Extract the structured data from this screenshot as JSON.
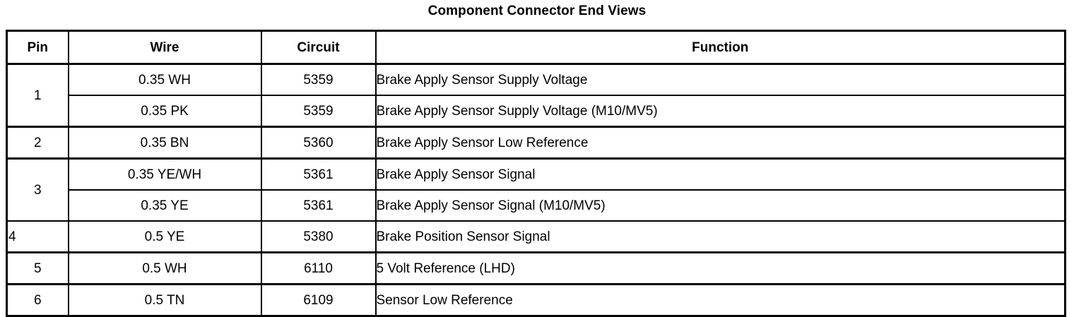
{
  "document": {
    "title": "Component Connector End Views"
  },
  "table": {
    "name": "component-connector-pinout",
    "columns": [
      {
        "key": "pin",
        "label": "Pin"
      },
      {
        "key": "wire",
        "label": "Wire"
      },
      {
        "key": "circuit",
        "label": "Circuit"
      },
      {
        "key": "function",
        "label": "Function"
      }
    ],
    "rows": [
      {
        "pin": "1",
        "pin_rowspan": 2,
        "wire": "0.35 WH",
        "circuit": "5359",
        "function": "Brake Apply Sensor Supply Voltage"
      },
      {
        "pin": "",
        "pin_rowspan": 0,
        "wire": "0.35 PK",
        "circuit": "5359",
        "function": "Brake Apply Sensor Supply Voltage (M10/MV5)"
      },
      {
        "pin": "2",
        "pin_rowspan": 1,
        "wire": "0.35 BN",
        "circuit": "5360",
        "function": "Brake Apply Sensor Low Reference"
      },
      {
        "pin": "3",
        "pin_rowspan": 2,
        "wire": "0.35 YE/WH",
        "circuit": "5361",
        "function": "Brake Apply Sensor Signal"
      },
      {
        "pin": "",
        "pin_rowspan": 0,
        "wire": "0.35 YE",
        "circuit": "5361",
        "function": "Brake Apply Sensor Signal (M10/MV5)"
      },
      {
        "pin": "4",
        "pin_rowspan": 1,
        "wire": "0.5 YE",
        "circuit": "5380",
        "function": "Brake Position Sensor Signal"
      },
      {
        "pin": "5",
        "pin_rowspan": 1,
        "wire": "0.5 WH",
        "circuit": "6110",
        "function": "5 Volt Reference (LHD)"
      },
      {
        "pin": "6",
        "pin_rowspan": 1,
        "wire": "0.5 TN",
        "circuit": "6109",
        "function": "Sensor Low Reference"
      }
    ]
  },
  "style": {
    "text_color": "#000000",
    "background_color": "#ffffff",
    "border_color": "#000000"
  }
}
